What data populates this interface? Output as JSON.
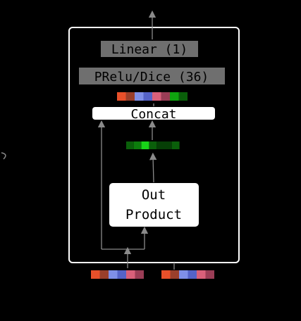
{
  "colors": {
    "background": "#000000",
    "frame": "#ffffff",
    "arrow": "#8a8a8a",
    "layer_box": "#6f6f6f",
    "layer_text": "#000000",
    "node_fill": "#ffffff",
    "node_text": "#000000"
  },
  "layers": {
    "linear_label": "Linear (1)",
    "prelu_label": "PRelu/Dice (36)"
  },
  "nodes": {
    "concat_label": "Concat",
    "out_product_line1": "Out",
    "out_product_line2": "Product"
  },
  "vectors": {
    "concat_output": [
      "#e8502a",
      "#9a3f2b",
      "#7f8fe8",
      "#5563c8",
      "#d9607a",
      "#9a3d56",
      "#0fa30f",
      "#0a5f0a"
    ],
    "out_product_output": [
      "#0a5f0a",
      "#0c7d0c",
      "#18d418",
      "#0a5f0a",
      "#063f06",
      "#063f06",
      "#0a5f0a"
    ],
    "input_left": [
      "#e8502a",
      "#9a3f2b",
      "#7f8fe8",
      "#5563c8",
      "#d9607a",
      "#9a3d56"
    ],
    "input_right": [
      "#e8502a",
      "#9a3f2b",
      "#7f8fe8",
      "#5563c8",
      "#d9607a",
      "#9a3d56"
    ]
  }
}
